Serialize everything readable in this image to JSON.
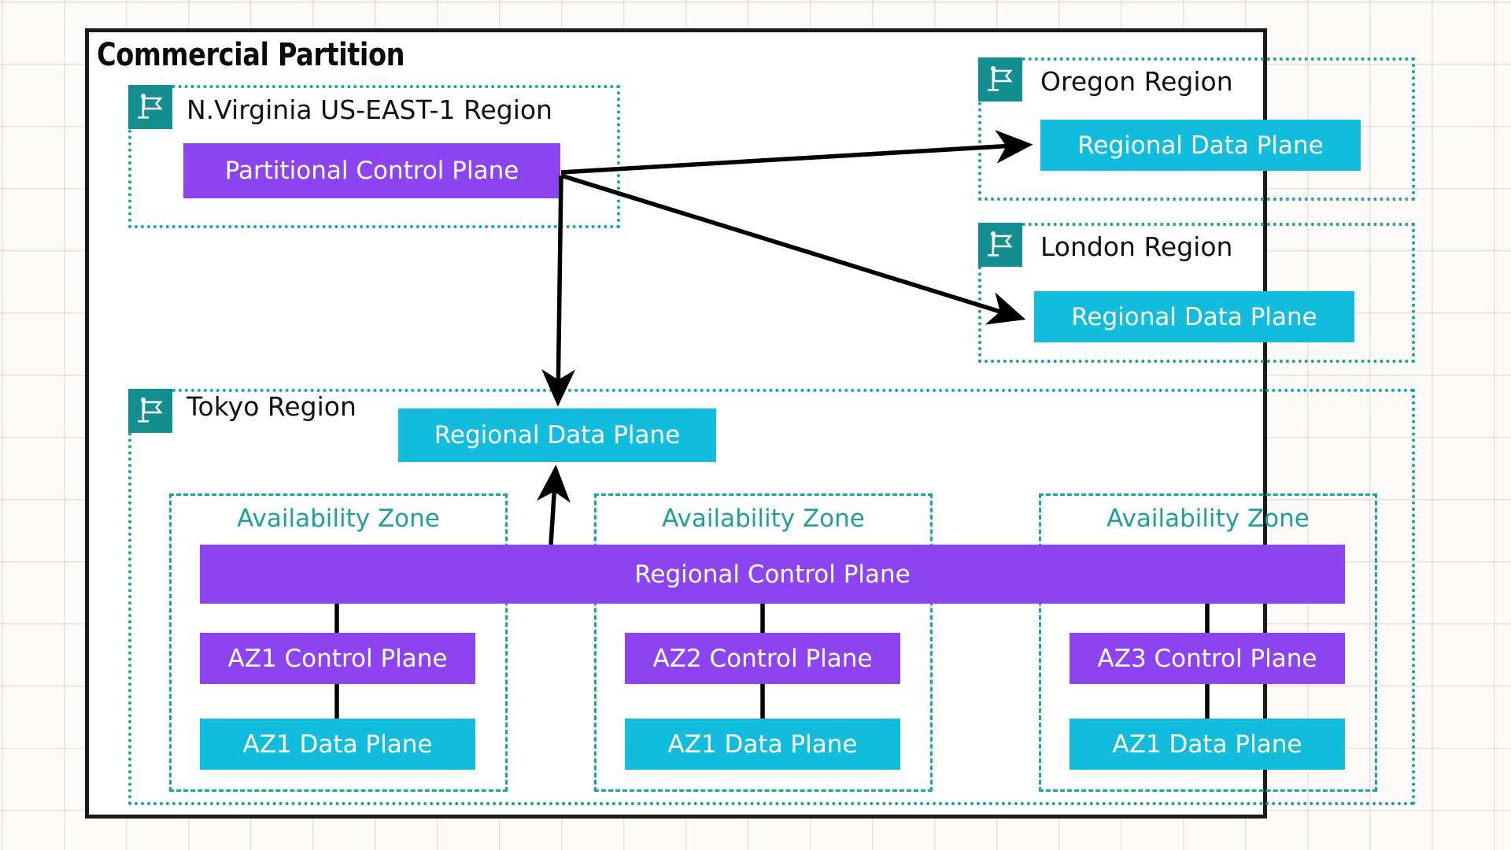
{
  "diagram": {
    "title": "Commercial Partition",
    "colors": {
      "partition_border": "#1b1b1b",
      "region_border": "#16a3a3",
      "flag_badge": "#148f8f",
      "control_plane": "#8c44f0",
      "data_plane": "#12bcdd",
      "az_border": "#1aa6a0",
      "az_label": "#1f9e9e",
      "connector": "#000000",
      "background_grid": "#e9c4ba"
    },
    "regions": [
      {
        "id": "nvirginia",
        "label": "N.Virginia US-EAST-1  Region",
        "flag_icon": "flag-icon",
        "nodes": [
          {
            "id": "partitional-control-plane",
            "label": "Partitional Control Plane",
            "kind": "control-plane"
          }
        ]
      },
      {
        "id": "oregon",
        "label": "Oregon Region",
        "flag_icon": "flag-icon",
        "nodes": [
          {
            "id": "oregon-regional-data-plane",
            "label": "Regional Data Plane",
            "kind": "data-plane"
          }
        ]
      },
      {
        "id": "london",
        "label": "London Region",
        "flag_icon": "flag-icon",
        "nodes": [
          {
            "id": "london-regional-data-plane",
            "label": "Regional Data Plane",
            "kind": "data-plane"
          }
        ]
      },
      {
        "id": "tokyo",
        "label": "Tokyo Region",
        "flag_icon": "flag-icon",
        "nodes": [
          {
            "id": "tokyo-regional-data-plane",
            "label": "Regional Data Plane",
            "kind": "data-plane"
          },
          {
            "id": "regional-control-plane",
            "label": "Regional Control Plane",
            "kind": "control-plane"
          }
        ],
        "availability_zones": [
          {
            "id": "az1",
            "label": "Availability Zone",
            "control_plane": "AZ1 Control Plane",
            "data_plane": "AZ1 Data Plane"
          },
          {
            "id": "az2",
            "label": "Availability Zone",
            "control_plane": "AZ2 Control Plane",
            "data_plane": "AZ1 Data Plane"
          },
          {
            "id": "az3",
            "label": "Availability Zone",
            "control_plane": "AZ3 Control Plane",
            "data_plane": "AZ1 Data Plane"
          }
        ]
      }
    ],
    "connectors": [
      {
        "id": "pcp-to-oregon",
        "from": "partitional-control-plane",
        "to": "oregon-regional-data-plane",
        "arrow": "end"
      },
      {
        "id": "pcp-to-london",
        "from": "partitional-control-plane",
        "to": "london-regional-data-plane",
        "arrow": "end"
      },
      {
        "id": "pcp-to-tokyo",
        "from": "partitional-control-plane",
        "to": "tokyo-regional-data-plane",
        "arrow": "end"
      },
      {
        "id": "rcp-to-tokyo-dp",
        "from": "regional-control-plane",
        "to": "tokyo-regional-data-plane",
        "arrow": "end"
      },
      {
        "id": "rcp-to-az1-cp",
        "from": "regional-control-plane",
        "to": "az1-control-plane",
        "arrow": "none"
      },
      {
        "id": "az1-cp-to-az1-dp",
        "from": "az1-control-plane",
        "to": "az1-data-plane",
        "arrow": "none"
      },
      {
        "id": "rcp-to-az2-cp",
        "from": "regional-control-plane",
        "to": "az2-control-plane",
        "arrow": "none"
      },
      {
        "id": "az2-cp-to-az2-dp",
        "from": "az2-control-plane",
        "to": "az2-data-plane",
        "arrow": "none"
      },
      {
        "id": "rcp-to-az3-cp",
        "from": "regional-control-plane",
        "to": "az3-control-plane",
        "arrow": "none"
      },
      {
        "id": "az3-cp-to-az3-dp",
        "from": "az3-control-plane",
        "to": "az3-data-plane",
        "arrow": "none"
      }
    ]
  }
}
